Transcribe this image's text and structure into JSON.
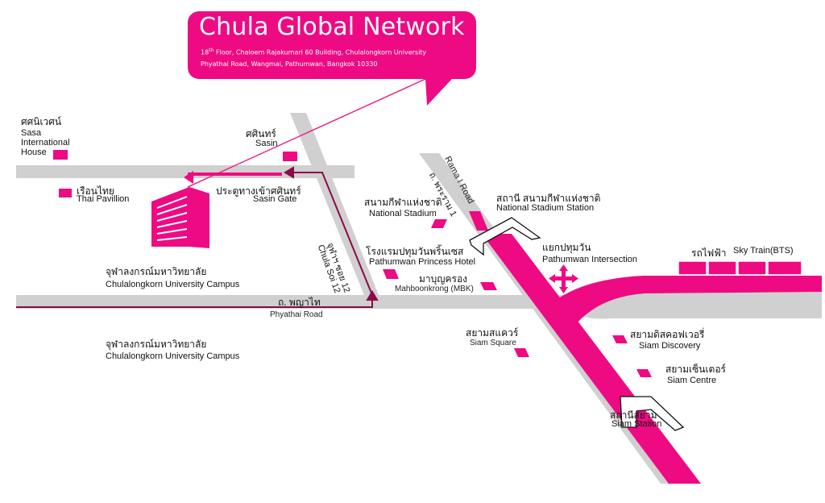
{
  "header": {
    "title": "Chula Global Network",
    "address_floor": "18",
    "address_floor_sup": "th",
    "address_line1_rest": " Floor, Chaloem Rajakumari 60 Building, Chulalongkorn University",
    "address_line2": "Phyathai Road, Wangmai, Pathumwan, Bangkok 10330"
  },
  "colors": {
    "accent": "#ee0a82",
    "road": "#d0d0d0",
    "route": "#8a0a4a"
  },
  "places": {
    "sasa_th": "ศศนิเวศน์",
    "sasa_en": "Sasa International House",
    "sasa_en_1": "Sasa",
    "sasa_en_2": "International",
    "sasa_en_3": "House",
    "sasin_th": "ศศินทร์",
    "sasin_en": "Sasin",
    "thai_pavilion_th": "เรือนไทย",
    "thai_pavilion_en": "Thai Pavillion",
    "sasin_gate_th": "ประตูทางเข้าศศินทร์",
    "sasin_gate_en": "Sasin Gate",
    "chula_soi_th": "จุฬาฯ ซอย 12",
    "chula_soi_en": "Chula Soi 12",
    "campus1_th": "จุฬาลงกรณ์มหาวิทยาลัย",
    "campus1_en": "Chulalongkorn University Campus",
    "campus2_th": "จุฬาลงกรณ์มหาวิทยาลัย",
    "campus2_en": "Chulalongkorn University Campus",
    "phyathai_th": "ถ. พญาไท",
    "phyathai_en": "Phyathai Road",
    "national_stadium_th": "สนามกีฬาแห่งชาติ",
    "national_stadium_en": "National Stadium",
    "rama1_en": "Rama I Road",
    "rama1_th": "ถ. พระราม 1",
    "ns_station_th": "สถานี สนามกีฬาแห่งชาติ",
    "ns_station_en": "National Stadium Station",
    "princess_th": "โรงแรมปทุมวันพริ้นเซส",
    "princess_en": "Pathumwan Princess Hotel",
    "mbk_th": "มาบุญครอง",
    "mbk_en": "Mahboonkrong (MBK)",
    "intersection_th": "แยกปทุมวัน",
    "intersection_en": "Pathumwan Intersection",
    "bts_th": "รถไฟฟ้า",
    "bts_en": "Sky Train(BTS)",
    "siam_square_th": "สยามสแควร์",
    "siam_square_en": "Siam Square",
    "siam_discovery_th": "สยามดิสคอฟเวอรี่",
    "siam_discovery_en": "Siam Discovery",
    "siam_centre_th": "สยามเซ็นเตอร์",
    "siam_centre_en": "Siam Centre",
    "siam_station_th": "สถานีสยาม",
    "siam_station_en": "Siam Station"
  }
}
